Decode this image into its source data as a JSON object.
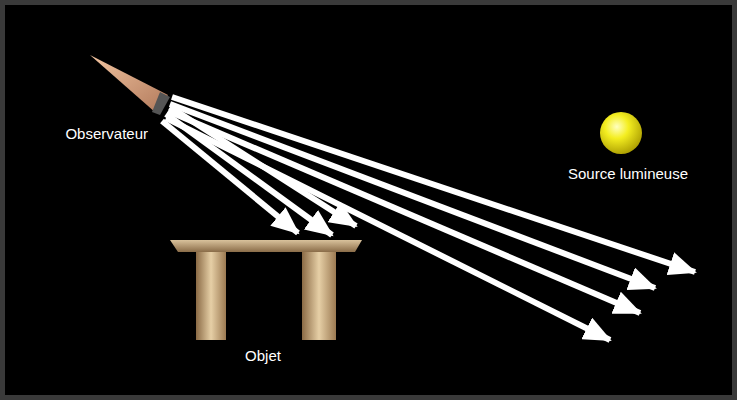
{
  "diagram": {
    "labels": [
      "Observateur",
      "Source lumineuse",
      "Objet"
    ]
  }
}
